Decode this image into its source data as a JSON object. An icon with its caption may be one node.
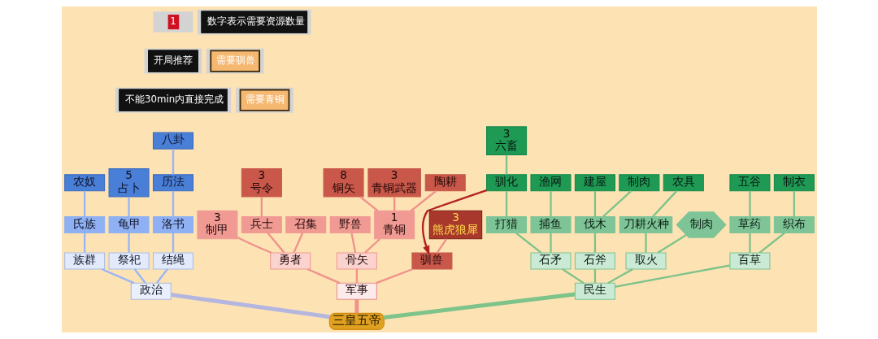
{
  "diagram": {
    "nodes": [
      {
        "text": [
          "八卦"
        ]
      },
      {
        "text": [
          "3",
          "六畜"
        ]
      },
      {
        "text": [
          "农奴"
        ]
      },
      {
        "text": [
          "5",
          "占卜"
        ]
      },
      {
        "text": [
          "历法"
        ]
      },
      {
        "text": [
          "3",
          "号令"
        ]
      },
      {
        "text": [
          "8",
          "铜矢"
        ]
      },
      {
        "text": [
          "3",
          "青铜武器"
        ]
      },
      {
        "text": [
          "陶耕"
        ]
      },
      {
        "text": [
          "驯化"
        ]
      },
      {
        "text": [
          "渔网"
        ]
      },
      {
        "text": [
          "建屋"
        ]
      },
      {
        "text": [
          "制肉"
        ]
      },
      {
        "text": [
          "农具"
        ]
      },
      {
        "text": [
          "五谷"
        ]
      },
      {
        "text": [
          "制衣"
        ]
      },
      {
        "text": [
          "氏族"
        ]
      },
      {
        "text": [
          "龟甲"
        ]
      },
      {
        "text": [
          "洛书"
        ]
      },
      {
        "text": [
          "3",
          "制甲"
        ]
      },
      {
        "text": [
          "兵士"
        ]
      },
      {
        "text": [
          "召集"
        ]
      },
      {
        "text": [
          "野兽"
        ]
      },
      {
        "text": [
          "1",
          "青铜"
        ]
      },
      {
        "text": [
          "3",
          "熊虎狼犀"
        ]
      },
      {
        "text": [
          "打猎"
        ]
      },
      {
        "text": [
          "捕鱼"
        ]
      },
      {
        "text": [
          "伐木"
        ]
      },
      {
        "text": [
          "刀耕火种"
        ]
      },
      {
        "text": [
          "制肉"
        ]
      },
      {
        "text": [
          "草药"
        ]
      },
      {
        "text": [
          "织布"
        ]
      },
      {
        "text": [
          "族群"
        ]
      },
      {
        "text": [
          "祭祀"
        ]
      },
      {
        "text": [
          "结绳"
        ]
      },
      {
        "text": [
          "勇者"
        ]
      },
      {
        "text": [
          "骨矢"
        ]
      },
      {
        "text": [
          "驯兽"
        ]
      },
      {
        "text": [
          "石矛"
        ]
      },
      {
        "text": [
          "石斧"
        ]
      },
      {
        "text": [
          "取火"
        ]
      },
      {
        "text": [
          "百草"
        ]
      },
      {
        "text": [
          "政治"
        ]
      },
      {
        "text": [
          "军事"
        ]
      },
      {
        "text": [
          "民生"
        ]
      },
      {
        "text": [
          "三皇五帝"
        ]
      }
    ],
    "edges": [
      {
        "from": 45,
        "to": 42,
        "arrow": "none",
        "style": "thick",
        "color": "#b4b6e0"
      },
      {
        "from": 45,
        "to": 43,
        "arrow": "none",
        "style": "thick",
        "color": "#f0928a"
      },
      {
        "from": 45,
        "to": 44,
        "arrow": "none",
        "style": "thick"
      },
      {
        "from": 42,
        "to": 32,
        "arrow": "none",
        "color": "#9ab5f5"
      },
      {
        "from": 42,
        "to": 33,
        "arrow": "none",
        "color": "#9ab5f5"
      },
      {
        "from": 42,
        "to": 34,
        "arrow": "none",
        "color": "#9ab5f5"
      },
      {
        "from": 32,
        "to": 16,
        "arrow": "none",
        "color": "#9ab5f5"
      },
      {
        "from": 16,
        "to": 2,
        "arrow": "none",
        "color": "#9ab5f5"
      },
      {
        "from": 33,
        "to": 17,
        "arrow": "none",
        "color": "#9ab5f5"
      },
      {
        "from": 17,
        "to": 3,
        "arrow": "none",
        "color": "#9ab5f5"
      },
      {
        "from": 34,
        "to": 18,
        "arrow": "none",
        "color": "#9ab5f5"
      },
      {
        "from": 18,
        "to": 4,
        "arrow": "none",
        "color": "#9ab5f5"
      },
      {
        "from": 4,
        "to": 0,
        "arrow": "none",
        "color": "#9ab5f5"
      },
      {
        "from": 43,
        "to": 35,
        "arrow": "none",
        "color": "#f0928a"
      },
      {
        "from": 43,
        "to": 36,
        "arrow": "none",
        "color": "#f0928a"
      },
      {
        "from": 43,
        "to": 37,
        "arrow": "none",
        "color": "#f0928a"
      },
      {
        "from": 35,
        "to": 19,
        "arrow": "none",
        "color": "#f0928a"
      },
      {
        "from": 35,
        "to": 20,
        "arrow": "none",
        "color": "#f0928a"
      },
      {
        "from": 35,
        "to": 21,
        "arrow": "none",
        "color": "#f0928a"
      },
      {
        "from": 20,
        "to": 5,
        "arrow": "none",
        "color": "#f0928a"
      },
      {
        "from": 36,
        "to": 22,
        "arrow": "none",
        "color": "#f0928a"
      },
      {
        "from": 36,
        "to": 23,
        "arrow": "none",
        "color": "#f0928a"
      },
      {
        "from": 23,
        "to": 6,
        "arrow": "none",
        "color": "#f0928a"
      },
      {
        "from": 23,
        "to": 7,
        "arrow": "none",
        "color": "#f0928a"
      },
      {
        "from": 23,
        "to": 8,
        "arrow": "none",
        "color": "#f0928a"
      },
      {
        "from": 37,
        "to": 24,
        "arrow": "none",
        "color": "#f0928a"
      },
      {
        "from": 44,
        "to": 38,
        "arrow": "none"
      },
      {
        "from": 44,
        "to": 39,
        "arrow": "none"
      },
      {
        "from": 44,
        "to": 40,
        "arrow": "none"
      },
      {
        "from": 44,
        "to": 41,
        "arrow": "none"
      },
      {
        "from": 38,
        "to": 25,
        "arrow": "none"
      },
      {
        "from": 38,
        "to": 26,
        "arrow": "none"
      },
      {
        "from": 25,
        "to": 9,
        "arrow": "none"
      },
      {
        "from": 26,
        "to": 10,
        "arrow": "none"
      },
      {
        "from": 9,
        "to": 1,
        "arrow": "none"
      },
      {
        "from": 39,
        "to": 27,
        "arrow": "none"
      },
      {
        "from": 27,
        "to": 11,
        "arrow": "none"
      },
      {
        "from": 27,
        "to": 12,
        "arrow": "none"
      },
      {
        "from": 40,
        "to": 28,
        "arrow": "none"
      },
      {
        "from": 40,
        "to": 29,
        "arrow": "none"
      },
      {
        "from": 28,
        "to": 13,
        "arrow": "none"
      },
      {
        "from": 41,
        "to": 30,
        "arrow": "none"
      },
      {
        "from": 41,
        "to": 31,
        "arrow": "none"
      },
      {
        "from": 30,
        "to": 14,
        "arrow": "none"
      },
      {
        "from": 31,
        "to": 15,
        "arrow": "none"
      },
      {
        "from": 9,
        "to": 37,
        "arrow": "to",
        "color": "#b22222"
      }
    ],
    "labels": [
      "1"
    ],
    "legend": [
      {
        "text": "数字表示需要资源数量"
      },
      {
        "text": "开局推荐"
      },
      {
        "text": "需要驯兽"
      },
      {
        "text": "不能30min内直接完成"
      },
      {
        "text": "需要青铜"
      }
    ]
  }
}
